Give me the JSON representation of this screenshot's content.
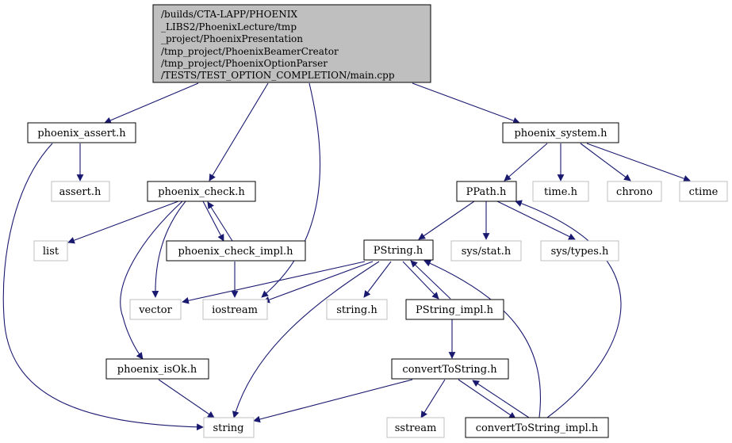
{
  "root": {
    "lines": [
      "/builds/CTA-LAPP/PHOENIX",
      "_LIBS2/PhoenixLecture/tmp",
      "_project/PhoenixPresentation",
      "/tmp_project/PhoenixBeamerCreator",
      "/tmp_project/PhoenixOptionParser",
      "/TESTS/TEST_OPTION_COMPLETION/main.cpp"
    ]
  },
  "nodes": {
    "phoenix_assert": "phoenix_assert.h",
    "assert": "assert.h",
    "phoenix_check": "phoenix_check.h",
    "phoenix_check_impl": "phoenix_check_impl.h",
    "list": "list",
    "vector": "vector",
    "iostream": "iostream",
    "phoenix_isOk": "phoenix_isOk.h",
    "string": "string",
    "phoenix_system": "phoenix_system.h",
    "time": "time.h",
    "chrono": "chrono",
    "ctime": "ctime",
    "PPath": "PPath.h",
    "sys_stat": "sys/stat.h",
    "sys_types": "sys/types.h",
    "PString": "PString.h",
    "string_h": "string.h",
    "PString_impl": "PString_impl.h",
    "convertToString": "convertToString.h",
    "sstream": "sstream",
    "convertToString_impl": "convertToString_impl.h"
  },
  "colors": {
    "edge": "#191970",
    "root_fill": "#bfbfbf",
    "internal_border": "#000000",
    "external_border": "#bfbfbf"
  }
}
